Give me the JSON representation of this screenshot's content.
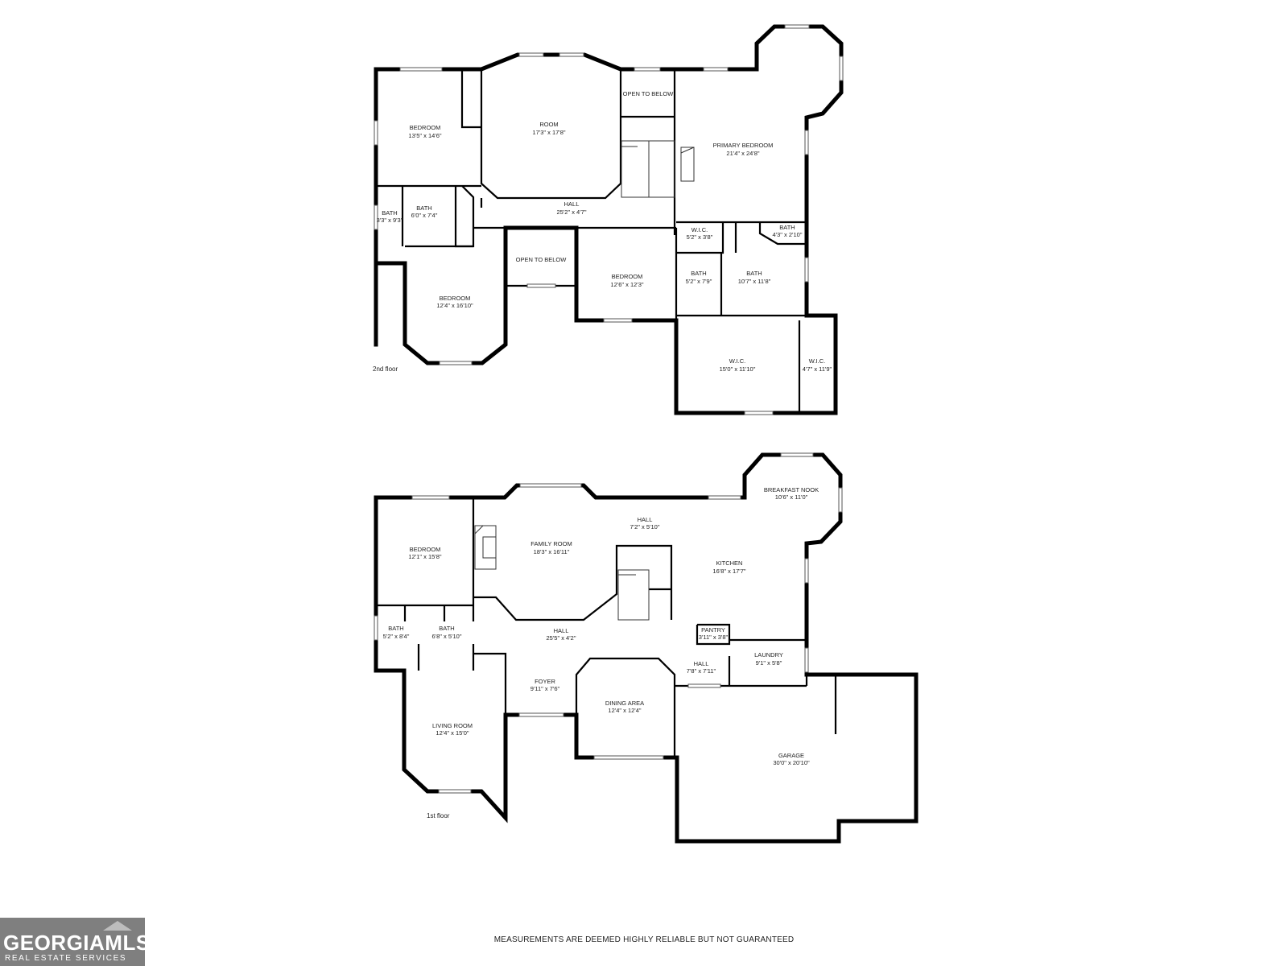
{
  "second_floor": {
    "label": "2nd floor",
    "rooms": {
      "bedroom_nw": {
        "name": "BEDROOM",
        "dim": "13'5\" x 14'6\""
      },
      "room": {
        "name": "ROOM",
        "dim": "17'3\" x 17'8\""
      },
      "open_top": {
        "name": "OPEN TO BELOW"
      },
      "primary": {
        "name": "PRIMARY BEDROOM",
        "dim": "21'4\" x 24'8\""
      },
      "hall": {
        "name": "HALL",
        "dim": "25'2\" x 4'7\""
      },
      "bath_a": {
        "name": "BATH",
        "dim": "3'3\" x 9'3\""
      },
      "bath_b": {
        "name": "BATH",
        "dim": "6'0\" x 7'4\""
      },
      "wic_small": {
        "name": "W.I.C.",
        "dim": "5'2\" x 3'8\""
      },
      "bath_c": {
        "name": "BATH",
        "dim": "4'3\" x 2'10\""
      },
      "open_mid": {
        "name": "OPEN TO BELOW"
      },
      "bedroom_mid": {
        "name": "BEDROOM",
        "dim": "12'6\" x 12'3\""
      },
      "bath_d": {
        "name": "BATH",
        "dim": "5'2\" x 7'9\""
      },
      "bath_e": {
        "name": "BATH",
        "dim": "10'7\" x 11'8\""
      },
      "bedroom_sw": {
        "name": "BEDROOM",
        "dim": "12'4\" x 16'10\""
      },
      "wic_large": {
        "name": "W.I.C.",
        "dim": "15'0\" x 11'10\""
      },
      "wic_narrow": {
        "name": "W.I.C.",
        "dim": "4'7\" x 11'9\""
      }
    }
  },
  "first_floor": {
    "label": "1st floor",
    "rooms": {
      "breakfast": {
        "name": "BREAKFAST NOOK",
        "dim": "10'6\" x 11'0\""
      },
      "hall_top": {
        "name": "HALL",
        "dim": "7'2\" x 5'10\""
      },
      "bedroom": {
        "name": "BEDROOM",
        "dim": "12'1\" x 15'8\""
      },
      "family": {
        "name": "FAMILY ROOM",
        "dim": "18'3\" x 16'11\""
      },
      "kitchen": {
        "name": "KITCHEN",
        "dim": "16'8\" x 17'7\""
      },
      "bath_a": {
        "name": "BATH",
        "dim": "5'2\" x 8'4\""
      },
      "bath_b": {
        "name": "BATH",
        "dim": "6'8\" x 5'10\""
      },
      "hall_main": {
        "name": "HALL",
        "dim": "25'5\" x 4'2\""
      },
      "pantry": {
        "name": "PANTRY",
        "dim": "3'11\" x 3'8\""
      },
      "laundry": {
        "name": "LAUNDRY",
        "dim": "9'1\" x 5'8\""
      },
      "hall_small": {
        "name": "HALL",
        "dim": "7'8\" x 7'11\""
      },
      "foyer": {
        "name": "FOYER",
        "dim": "9'11\" x 7'6\""
      },
      "dining": {
        "name": "DINING AREA",
        "dim": "12'4\" x 12'4\""
      },
      "living": {
        "name": "LIVING ROOM",
        "dim": "12'4\" x 15'0\""
      },
      "garage": {
        "name": "GARAGE",
        "dim": "30'0\" x 20'10\""
      }
    }
  },
  "disclaimer": "MEASUREMENTS ARE DEEMED HIGHLY RELIABLE BUT NOT GUARANTEED",
  "logo": {
    "main": "GEORGIAMLS",
    "sub": "REAL ESTATE SERVICES"
  },
  "colors": {
    "wall": "#000000",
    "logo_bg": "#7f7f7f",
    "background": "#ffffff"
  }
}
